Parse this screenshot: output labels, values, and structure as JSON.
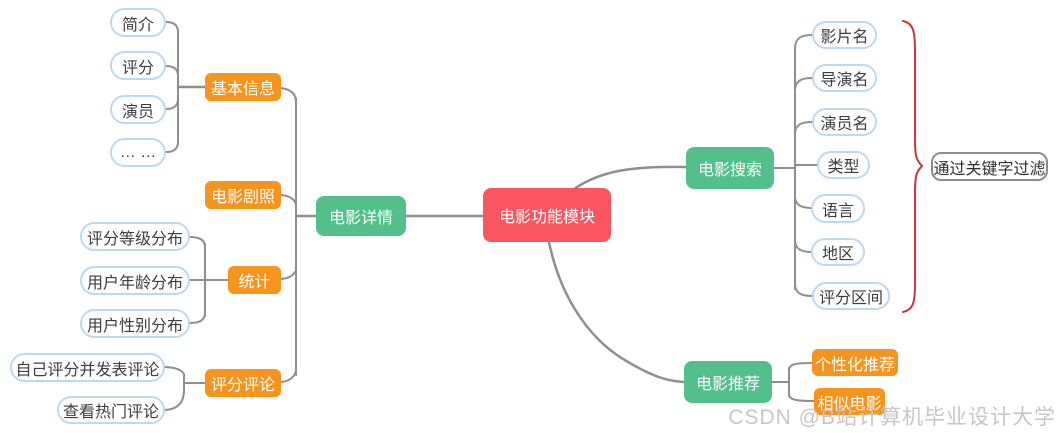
{
  "mindmap": {
    "root": "电影功能模块",
    "detail": {
      "label": "电影详情",
      "basic_info": "基本信息",
      "basic_items": [
        "简介",
        "评分",
        "演员",
        "… …"
      ],
      "stills": "电影剧照",
      "stats": "统计",
      "stats_items": [
        "评分等级分布",
        "用户年龄分布",
        "用户性别分布"
      ],
      "comments": "评分评论",
      "comments_items": [
        "自己评分并发表评论",
        "查看热门评论"
      ]
    },
    "search": {
      "label": "电影搜索",
      "items": [
        "影片名",
        "导演名",
        "演员名",
        "类型",
        "语言",
        "地区",
        "评分区间"
      ],
      "note": "通过关键字过滤"
    },
    "recommend": {
      "label": "电影推荐",
      "items": [
        "个性化推荐",
        "相似电影"
      ]
    }
  },
  "watermark": "CSDN @B站计算机毕业设计大学",
  "colors": {
    "root_bg": "#fb5561",
    "branch_bg": "#53c08c",
    "sub_bg": "#f7941e",
    "pill_border": "#bdd8f2",
    "connector": "#8f8f8f",
    "brace": "#c5393c",
    "watermark": "#c3c3c3"
  }
}
